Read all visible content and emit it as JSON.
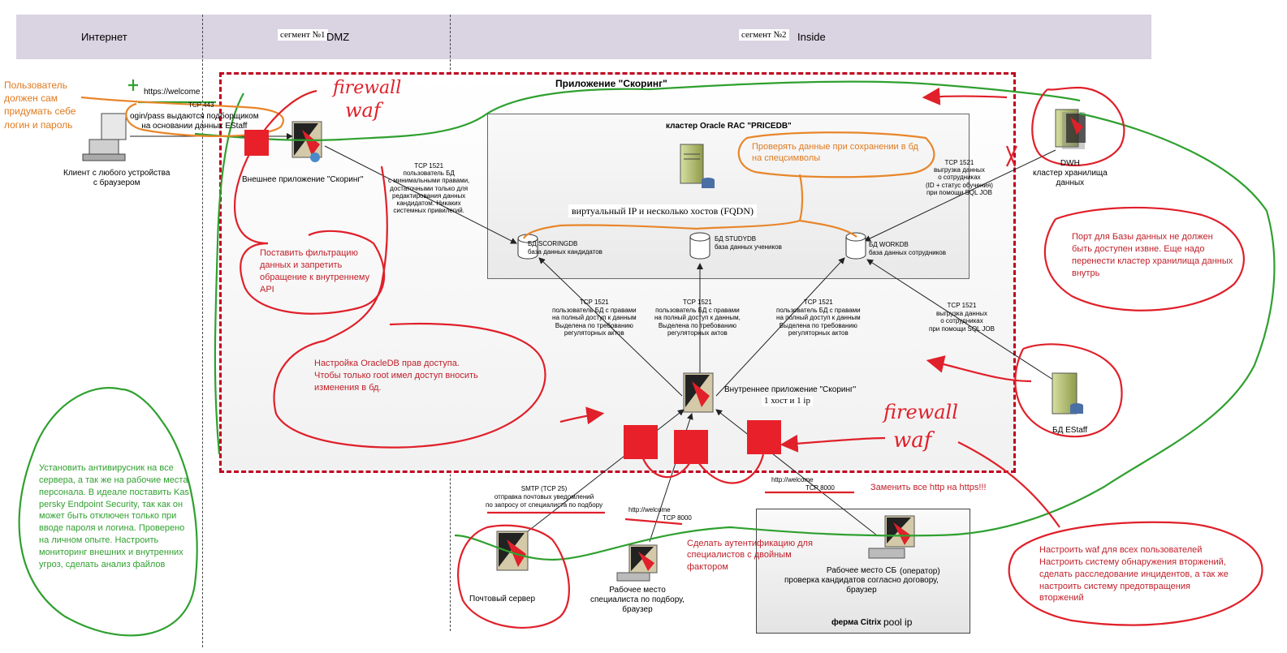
{
  "segments": {
    "internet": "Интернет",
    "seg1_box": "сегмент №1",
    "seg1_name": "DMZ",
    "seg2_box": "сегмент №2",
    "seg2_name": "Inside"
  },
  "app_title": "Приложение \"Скоринг\"",
  "cluster": {
    "title": "кластер Oracle RAC \"PRICEDB\"",
    "vip": "виртуальный IP и несколько хостов (FQDN)"
  },
  "databases": {
    "scoring": [
      "БД SCORINGDB",
      "база данных кандидатов"
    ],
    "study": [
      "БД STUDYDB",
      "база данных учеников"
    ],
    "work": [
      "БД WORKDB",
      "база данных сотрудников"
    ]
  },
  "nodes": {
    "client": [
      "Клиент с любого устройства",
      "с браузером"
    ],
    "external_app": "Внешнее приложение \"Скоринг\"",
    "internal_app": "Внутреннее приложение \"Скоринг\"",
    "internal_app_sub": "1 хост и 1 ip",
    "dwh": [
      "DWH",
      "кластер хранилища",
      "данных"
    ],
    "estaff": "БД EStaff",
    "mail": "Почтовый сервер",
    "hr_ws": [
      "Рабочее место",
      "специалиста по подбору,",
      "браузер"
    ],
    "sb_ws": [
      "Рабочее место СБ",
      "проверка кандидатов согласно договору,",
      "браузер"
    ],
    "sb_ws_operator": "(оператор)",
    "citrix": "ферма Citrix",
    "citrix_pool": "pool ip"
  },
  "conn": {
    "https_welcome": "https://welcome",
    "tcp443": "TCP 443",
    "login_note": [
      "ogin/pass выдаются подборщиком",
      "на основании данных EStaff"
    ],
    "ext_db": [
      "TCP 1521",
      "пользователь БД",
      "с минимальными правами,",
      "достаточными только для",
      "редактирования данных",
      "кандидатом. Никаких",
      "системных привилегий."
    ],
    "dwh_top": [
      "TCP 1521",
      "выгрузка данных",
      "о сотрудниках",
      "(ID + статус обучения)",
      "при помощи SQL JOB"
    ],
    "int_scoring": [
      "TCP 1521",
      "пользователь БД с правами",
      "на полный доступ к данным",
      "Выделена по требованию",
      "регуляторных актов"
    ],
    "int_study": [
      "TCP 1521",
      "пользователь БД с правами",
      "на полный доступ к данным,",
      "Выделена по требованию",
      "регуляторных актов"
    ],
    "int_work": [
      "TCP 1521",
      "пользователь БД с правами",
      "на полный доступ к данным",
      "Выделена по требованию",
      "регуляторных актов"
    ],
    "estaff_job": [
      "TCP 1521",
      "выгрузка данных",
      "о сотрудниках",
      "при помощи SQL JOB"
    ],
    "smtp": [
      "SMTP (TCP 25)",
      "отправка почтовых уведомлений",
      "по запросу от специалиста по подбору"
    ],
    "hr_http": [
      "http://welcome",
      "TCP 8000"
    ],
    "sb_http": [
      "http://welcome",
      "TCP 8000"
    ]
  },
  "annotations": {
    "orange_user": [
      "Пользователь",
      "должен сам",
      "придумать себе",
      "логин и пароль"
    ],
    "orange_check": [
      "Проверять данные при сохранении в бд",
      "на спецсимволы"
    ],
    "red_filter": [
      "Поставить фильтрацию",
      "данных и запретить",
      "обращение к внутреннему",
      "API"
    ],
    "red_oracle": [
      "Настройка OracleDB прав доступа.",
      "Чтобы только root имел доступ вносить",
      "изменения в бд."
    ],
    "red_port": [
      "Порт для Базы данных не должен",
      "быть доступен извне. Еще надо",
      "перенести кластер хранилища данных",
      "внутрь"
    ],
    "red_https": "Заменить все http на https!!!",
    "red_auth": [
      "Сделать аутентификацию для",
      "специалистов с двойным",
      "фактором"
    ],
    "red_waf": [
      "Настроить waf для всех пользователей",
      "Настроить систему обнаружения вторжений,",
      "сделать расследование инцидентов, а так же",
      "настроить систему предотвращения",
      "вторжений"
    ],
    "green_av": [
      "Установить антивирусник на все",
      "сервера, а так же на рабочие места",
      "персонала. В идеале поставить Kas",
      "persky Endpoint Security, так как он",
      "может быть отключен только при",
      "вводе пароля и логина. Проверено",
      "на личном опыте. Настроить",
      "мониторинг внешних и внутренних",
      "угроз, сделать анализ файлов"
    ],
    "fw_top": [
      "firewall",
      "waf"
    ],
    "fw_bottom": [
      "firewall",
      "waf"
    ]
  },
  "colors": {
    "red_ink": "#e0202a",
    "green_ink": "#2fa02f",
    "orange_ink": "#e8862a",
    "firewall_block": "#e8202a"
  }
}
